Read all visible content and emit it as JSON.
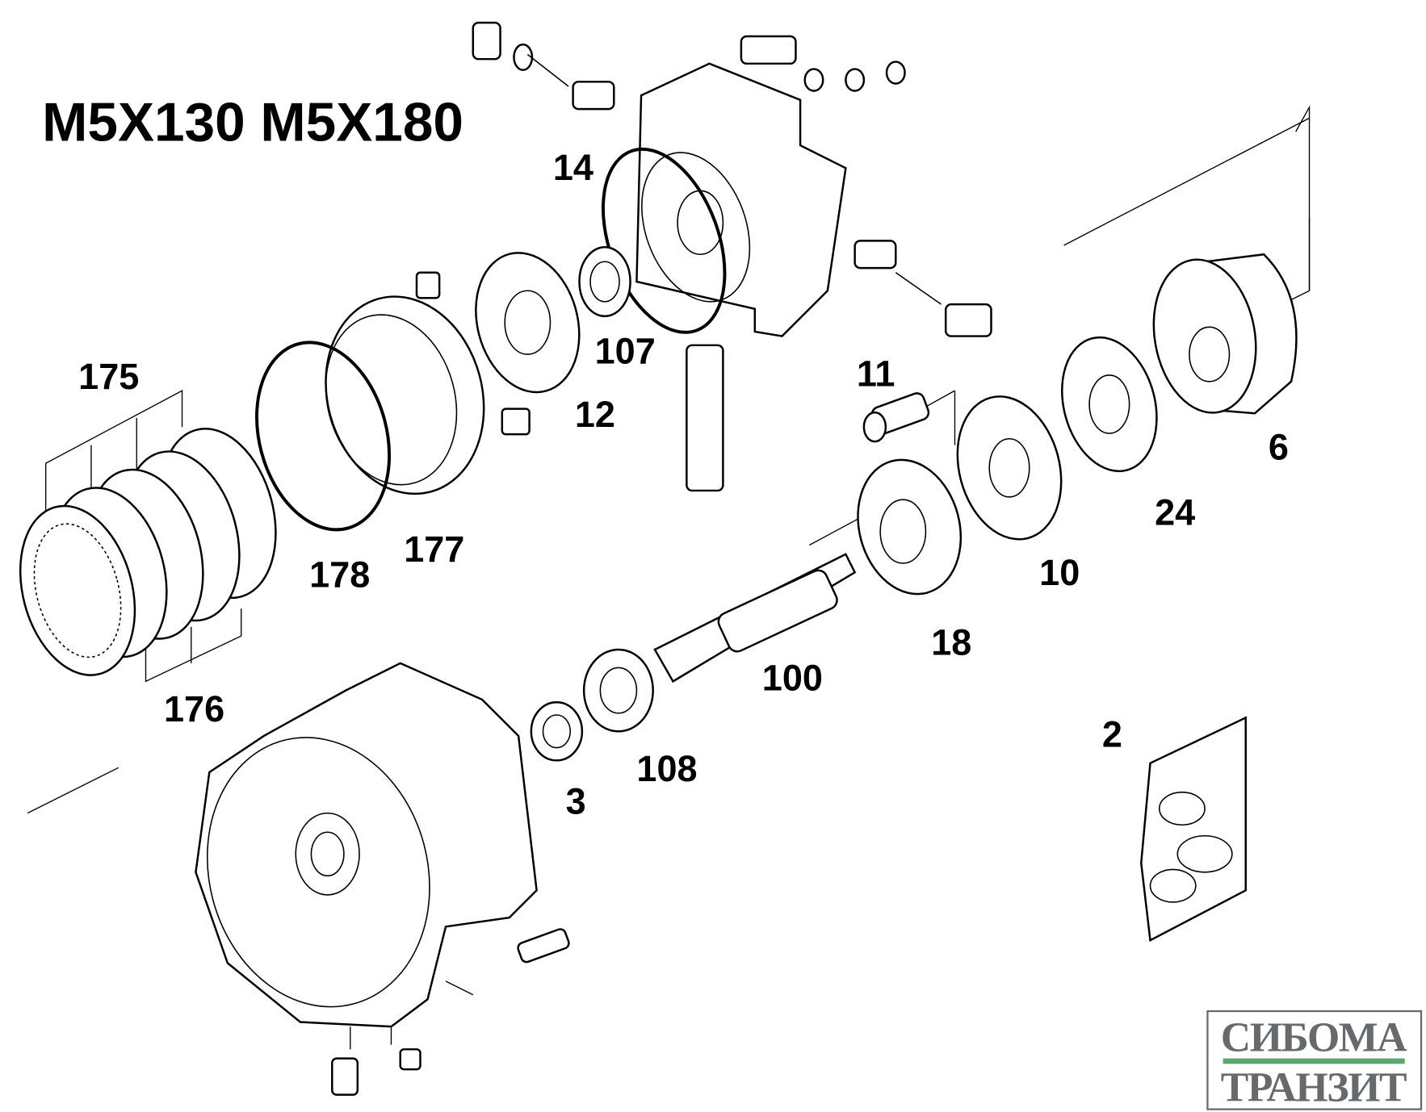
{
  "title": "M5X130 M5X180",
  "parts": {
    "p14": "14",
    "p107": "107",
    "p12": "12",
    "p11": "11",
    "p6": "6",
    "p24": "24",
    "p10": "10",
    "p18": "18",
    "p100": "100",
    "p108": "108",
    "p3": "3",
    "p2": "2",
    "p175": "175",
    "p176": "176",
    "p177": "177",
    "p178": "178"
  },
  "logo": {
    "line1": "СИБОМА",
    "line2": "ТРАНЗИТ",
    "accent_color": "#5aa86e",
    "text_color": "#666a6c"
  }
}
